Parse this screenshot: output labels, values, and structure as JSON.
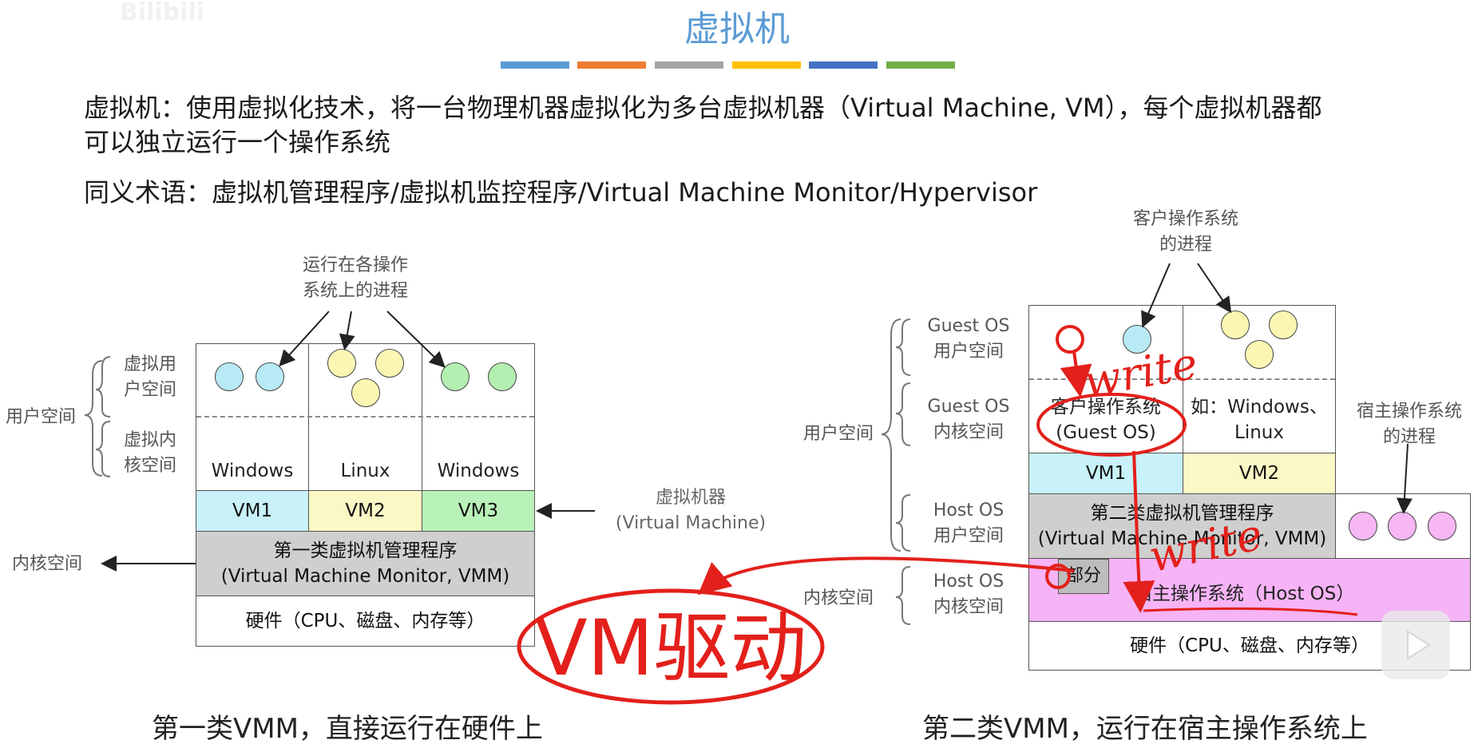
{
  "watermark": "Bilibili",
  "title": "虚拟机",
  "color_bars": [
    "#5b9bd5",
    "#ed7d31",
    "#a5a5a5",
    "#ffc000",
    "#4472c4",
    "#70ad47"
  ],
  "definition": {
    "line1": "虚拟机：使用虚拟化技术，将一台物理机器虚拟化为多台虚拟机器（Virtual Machine, VM），每个虚拟机器都",
    "line2": "可以独立运行一个操作系统"
  },
  "synonyms": "同义术语：虚拟机管理程序/虚拟机监控程序/Virtual Machine Monitor/Hypervisor",
  "left_diagram": {
    "process_label_1": "运行在各操作",
    "process_label_2": "系统上的进程",
    "virt_user_1": "虚拟用",
    "virt_user_2": "户空间",
    "virt_kernel_1": "虚拟内",
    "virt_kernel_2": "核空间",
    "user_space": "用户空间",
    "kernel_space": "内核空间",
    "os": [
      "Windows",
      "Linux",
      "Windows"
    ],
    "vms": [
      "VM1",
      "VM2",
      "VM3"
    ],
    "vmm_1": "第一类虚拟机管理程序",
    "vmm_2": "(Virtual Machine Monitor, VMM)",
    "hardware": "硬件（CPU、磁盘、内存等）",
    "vm_label_1": "虚拟机器",
    "vm_label_2": "(Virtual Machine)",
    "caption": "第一类VMM，直接运行在硬件上"
  },
  "right_diagram": {
    "guest_process_1": "客户操作系统",
    "guest_process_2": "的进程",
    "guest_user_1": "Guest OS",
    "guest_user_2": "用户空间",
    "guest_kernel_1": "Guest OS",
    "guest_kernel_2": "内核空间",
    "host_user_1": "Host OS",
    "host_user_2": "用户空间",
    "host_kernel_1": "Host OS",
    "host_kernel_2": "内核空间",
    "user_space": "用户空间",
    "kernel_space": "内核空间",
    "guest_os_1": "客户操作系统",
    "guest_os_2": "(Guest OS)",
    "eg_1": "如：Windows、",
    "eg_2": "Linux",
    "vms": [
      "VM1",
      "VM2"
    ],
    "vmm_1": "第二类虚拟机管理程序",
    "vmm_2": "(Virtual Machine Monitor, VMM)",
    "host_process_1": "宿主操作系统",
    "host_process_2": "的进程",
    "part": "部分",
    "host_os": "宿主操作系统（Host OS）",
    "hardware": "硬件（CPU、磁盘、内存等）",
    "caption": "第二类VMM，运行在宿主操作系统上"
  },
  "annotations": {
    "write_1": "write",
    "write_2": "write",
    "vm_driver": "VM驱动",
    "ink_color": "#e3201b"
  }
}
